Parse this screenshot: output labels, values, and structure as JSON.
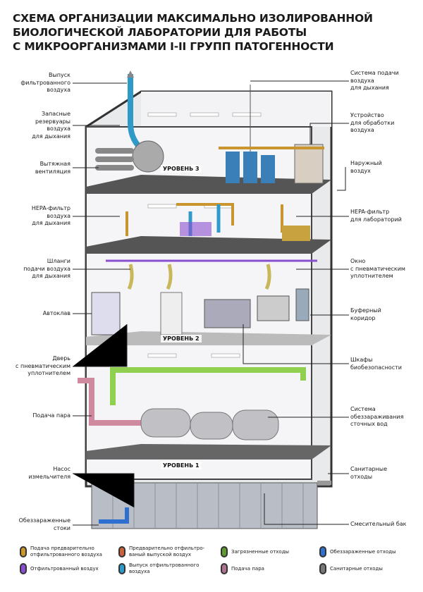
{
  "title": [
    "СХЕМА ОРГАНИЗАЦИИ МАКСИМАЛЬНО ИЗОЛИРОВАННОЙ",
    "БИОЛОГИЧЕСКОЙ ЛАБОРАТОРИИ ДЛЯ РАБОТЫ",
    "С МИКРООРГАНИЗМАМИ I-II ГРУПП ПАТОГЕННОСТИ"
  ],
  "levels": {
    "l3": "УРОВЕНЬ 3",
    "l2": "УРОВЕНЬ 2",
    "l1": "УРОВЕНЬ 1"
  },
  "left_labels": [
    "Выпуск\nфильтрованного\nвоздуха",
    "Запасные\nрезервуары\nвоздуха\nдля дыхания",
    "Вытяжная\nвентиляция",
    "HEPA-фильтр\nвоздуха\nдля дыхания",
    "Шланги\nподачи воздуха\nдля дыхания",
    "Автоклав",
    "Дверь\nс пневматическим\nуплотнителем",
    "Подача пара",
    "Насос\nизмельчителя",
    "Обеззараженные\nстоки"
  ],
  "right_labels": [
    "Система подачи\nвоздуха\nдля дыхания",
    "Устройство\nдля обработки\nвоздуха",
    "Наружный\nвоздух",
    "HEPA-фильтр\nдля лабораторий",
    "Окно\nс пневматическим\nуплотнителем",
    "Буферный\nкоридор",
    "Шкафы\nбиобезопасности",
    "Система\nобеззараживания\nсточных вод",
    "Санитарные\nотходы",
    "Смесительный бак"
  ],
  "legend": [
    {
      "label": "Подача предварительно отфильтрованного воздуха",
      "color": "#c8952e"
    },
    {
      "label": "Предварительно отфильтро-ваный выпуской воздух",
      "color": "#c8643c"
    },
    {
      "label": "Загрязненные отходы",
      "color": "#5f9a2e"
    },
    {
      "label": "Обеззараженные отходы",
      "color": "#2f6fd0"
    },
    {
      "label": "Отфильтрованный воздух",
      "color": "#8a4fd0"
    },
    {
      "label": "Выпуск отфильтрованного воздуха",
      "color": "#2f9ac8"
    },
    {
      "label": "Подача пара",
      "color": "#b07090"
    },
    {
      "label": "Санитарные отходы",
      "color": "#777777"
    }
  ]
}
